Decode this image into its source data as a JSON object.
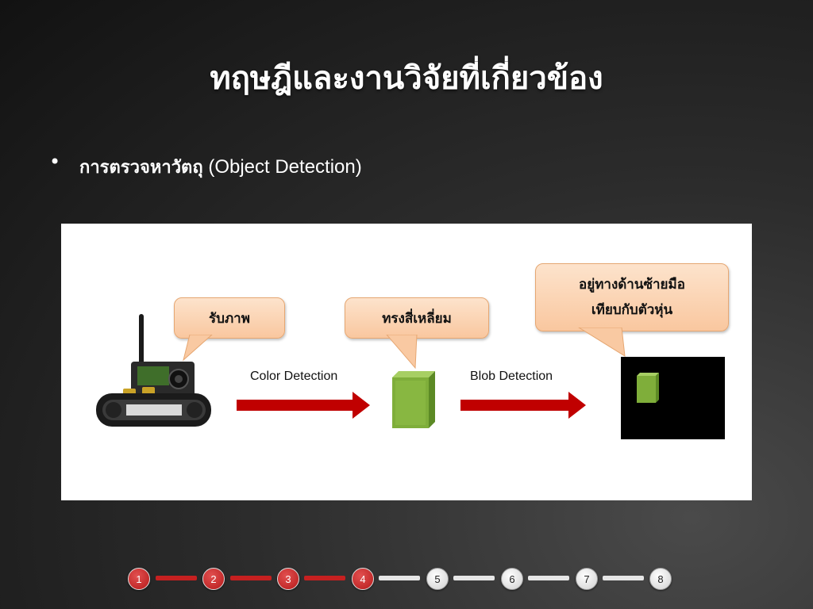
{
  "slide": {
    "title": "ทฤษฎีและงานวิจัยที่เกี่ยวข้อง",
    "bullet": {
      "marker": "•",
      "thai": "การตรวจหาวัตถุ",
      "english": "(Object Detection)"
    }
  },
  "diagram": {
    "callouts": {
      "capture": "รับภาพ",
      "shape": "ทรงสี่เหลี่ยม",
      "position_line1": "อยู่ทางด้านซ้ายมือ",
      "position_line2": "เทียบกับตัวหุ่น"
    },
    "steps": {
      "color_detection": "Color Detection",
      "blob_detection": "Blob Detection"
    },
    "colors": {
      "arrow": "#c00000",
      "box_green": "#7fae3a",
      "callout_fill": "#fbd3b0"
    }
  },
  "progress": {
    "steps": [
      "1",
      "2",
      "3",
      "4",
      "5",
      "6",
      "7",
      "8"
    ],
    "current": 4,
    "colors": {
      "done": "#c62020",
      "todo": "#e6e6e6"
    }
  }
}
